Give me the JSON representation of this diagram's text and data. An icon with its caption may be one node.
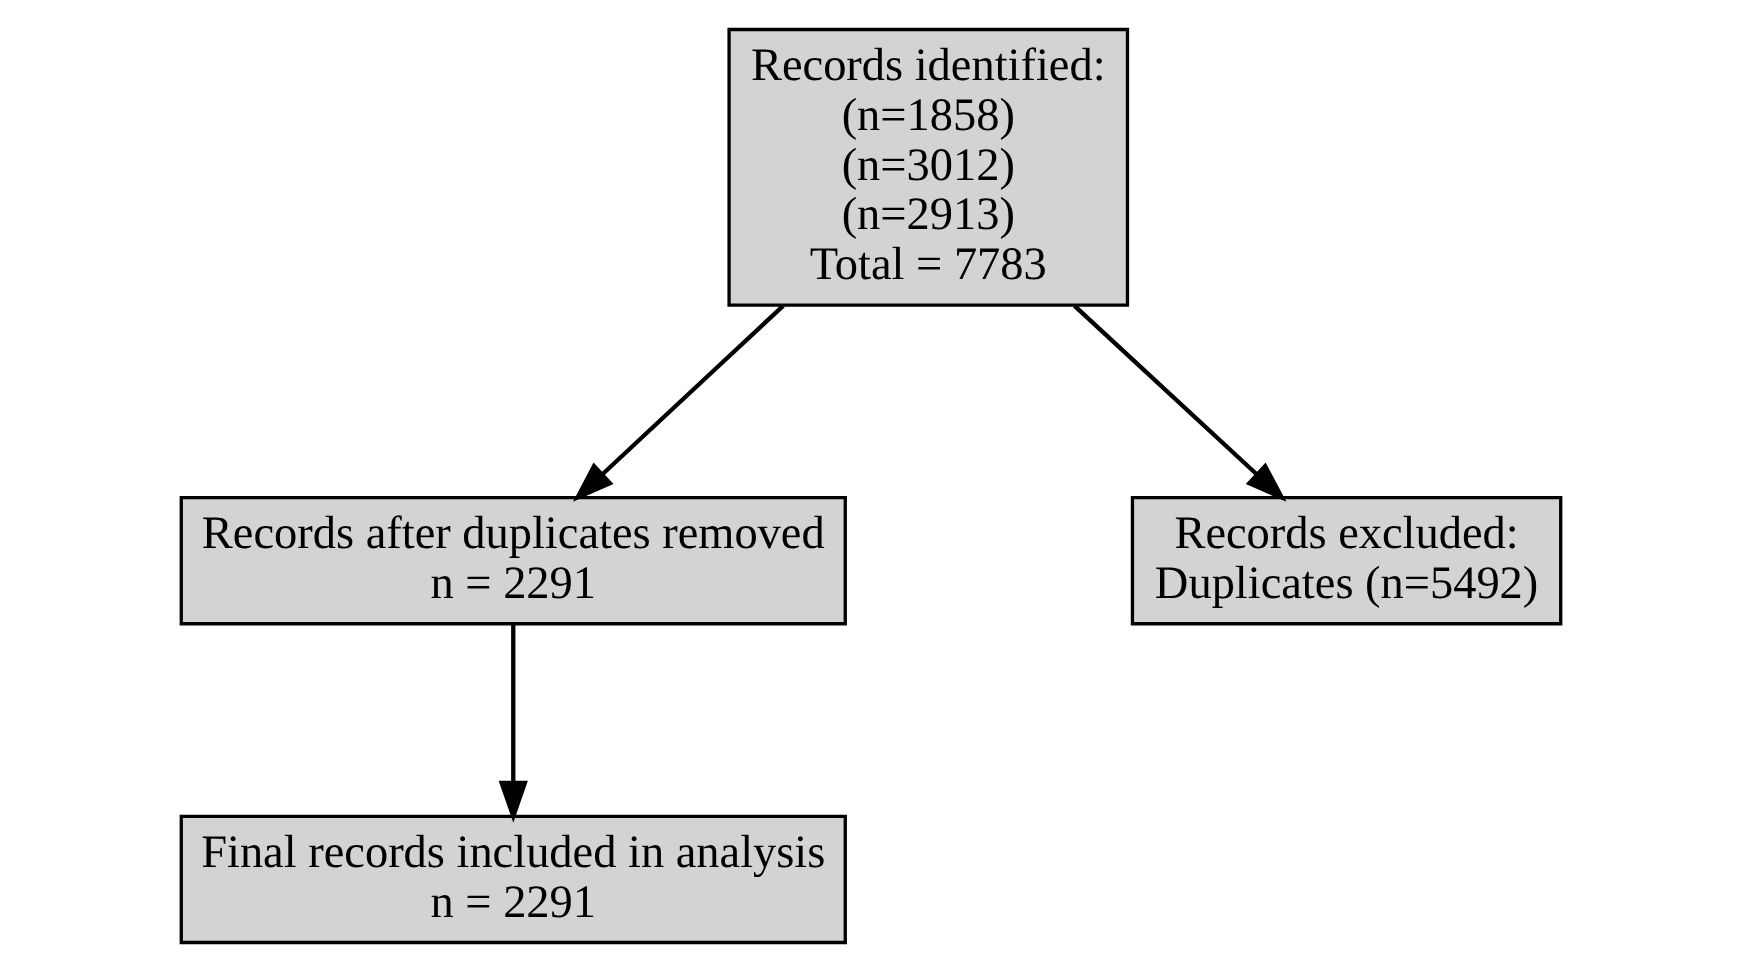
{
  "diagram": {
    "nodes": [
      {
        "text": [
          "Records identified:",
          "(n=1858)",
          "(n=3012)",
          "(n=2913)",
          "Total = 7783"
        ]
      },
      {
        "text": [
          "Records after duplicates removed",
          "n = 2291"
        ]
      },
      {
        "text": [
          "Records excluded:",
          "Duplicates (n=5492)"
        ]
      },
      {
        "text": [
          "Final records included in analysis",
          "n = 2291"
        ]
      }
    ],
    "edges": [
      {
        "from": 0,
        "to": 1,
        "arrow": "to"
      },
      {
        "from": 0,
        "to": 2,
        "arrow": "to"
      },
      {
        "from": 1,
        "to": 3,
        "arrow": "to"
      }
    ]
  }
}
